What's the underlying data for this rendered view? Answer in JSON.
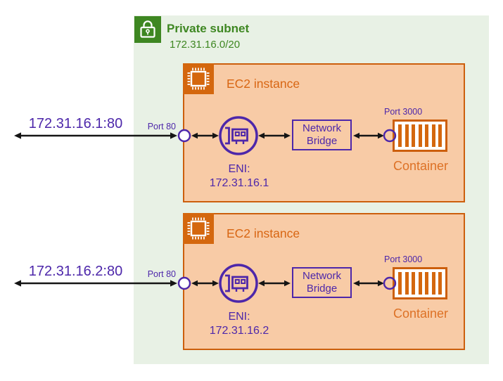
{
  "colors": {
    "subnet_bg": "#e8f1e5",
    "green": "#3e8722",
    "orange": "#d86613",
    "orange_border": "#cc5f0d",
    "instance_bg": "#f8cba6",
    "purple": "#4d27aa",
    "arrow_black": "#151515"
  },
  "subnet": {
    "label": "Private subnet",
    "cidr": "172.31.16.0/20"
  },
  "instances": [
    {
      "title": "EC2 instance",
      "external_endpoint": "172.31.16.1:80",
      "port_label": "Port 80",
      "eni_title": "ENI:",
      "eni_ip": "172.31.16.1",
      "bridge_label": "Network Bridge",
      "container_port_label": "Port 3000",
      "container_label": "Container"
    },
    {
      "title": "EC2 instance",
      "external_endpoint": "172.31.16.2:80",
      "port_label": "Port 80",
      "eni_title": "ENI:",
      "eni_ip": "172.31.16.2",
      "bridge_label": "Network Bridge",
      "container_port_label": "Port 3000",
      "container_label": "Container"
    }
  ]
}
